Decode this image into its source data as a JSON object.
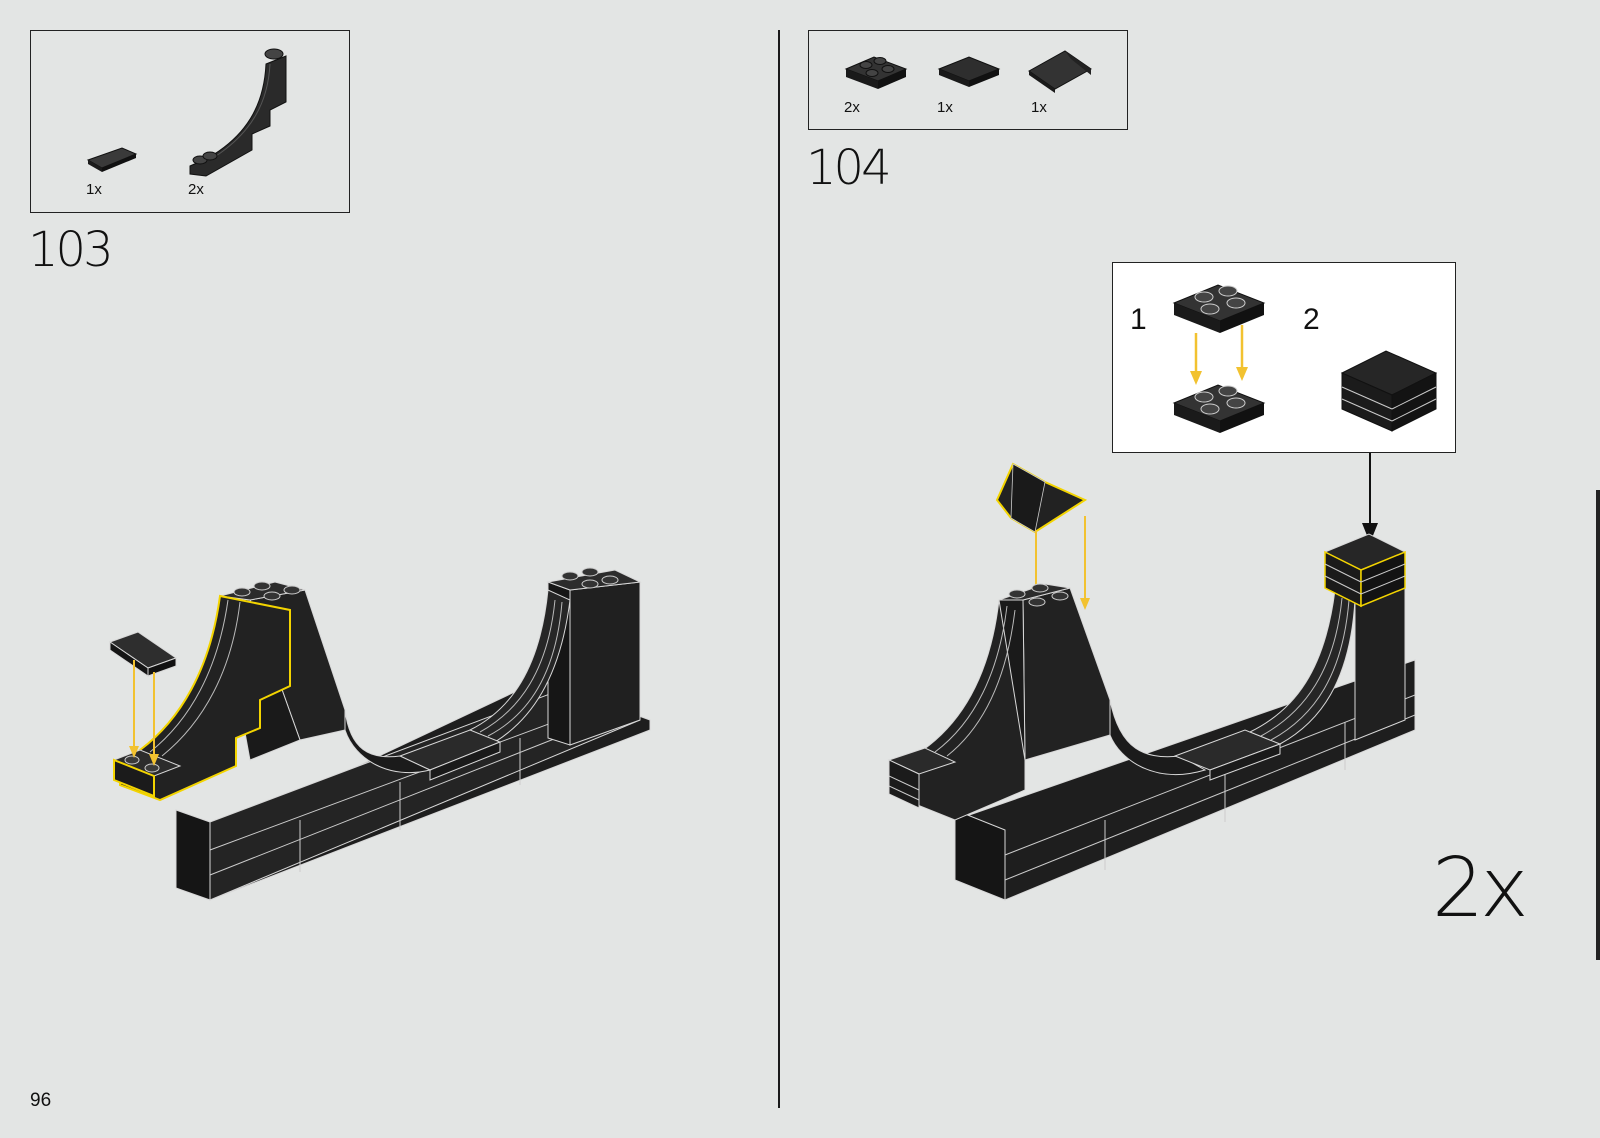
{
  "page": {
    "number": "96"
  },
  "step103": {
    "number": "103",
    "parts": [
      {
        "icon": "tile-1x2-icon",
        "qty": "1x"
      },
      {
        "icon": "curved-arch-icon",
        "qty": "2x"
      }
    ]
  },
  "step104": {
    "number": "104",
    "parts": [
      {
        "icon": "plate-2x2-icon",
        "qty": "2x"
      },
      {
        "icon": "tile-2x2-icon",
        "qty": "1x"
      },
      {
        "icon": "slope-icon",
        "qty": "1x"
      }
    ],
    "callout": {
      "sub1": "1",
      "sub2": "2"
    },
    "multiplier": "2x"
  },
  "colors": {
    "background": "#e3e5e4",
    "brick": "#262626",
    "highlight": "#f3d400",
    "arrow": "#f2c230"
  }
}
